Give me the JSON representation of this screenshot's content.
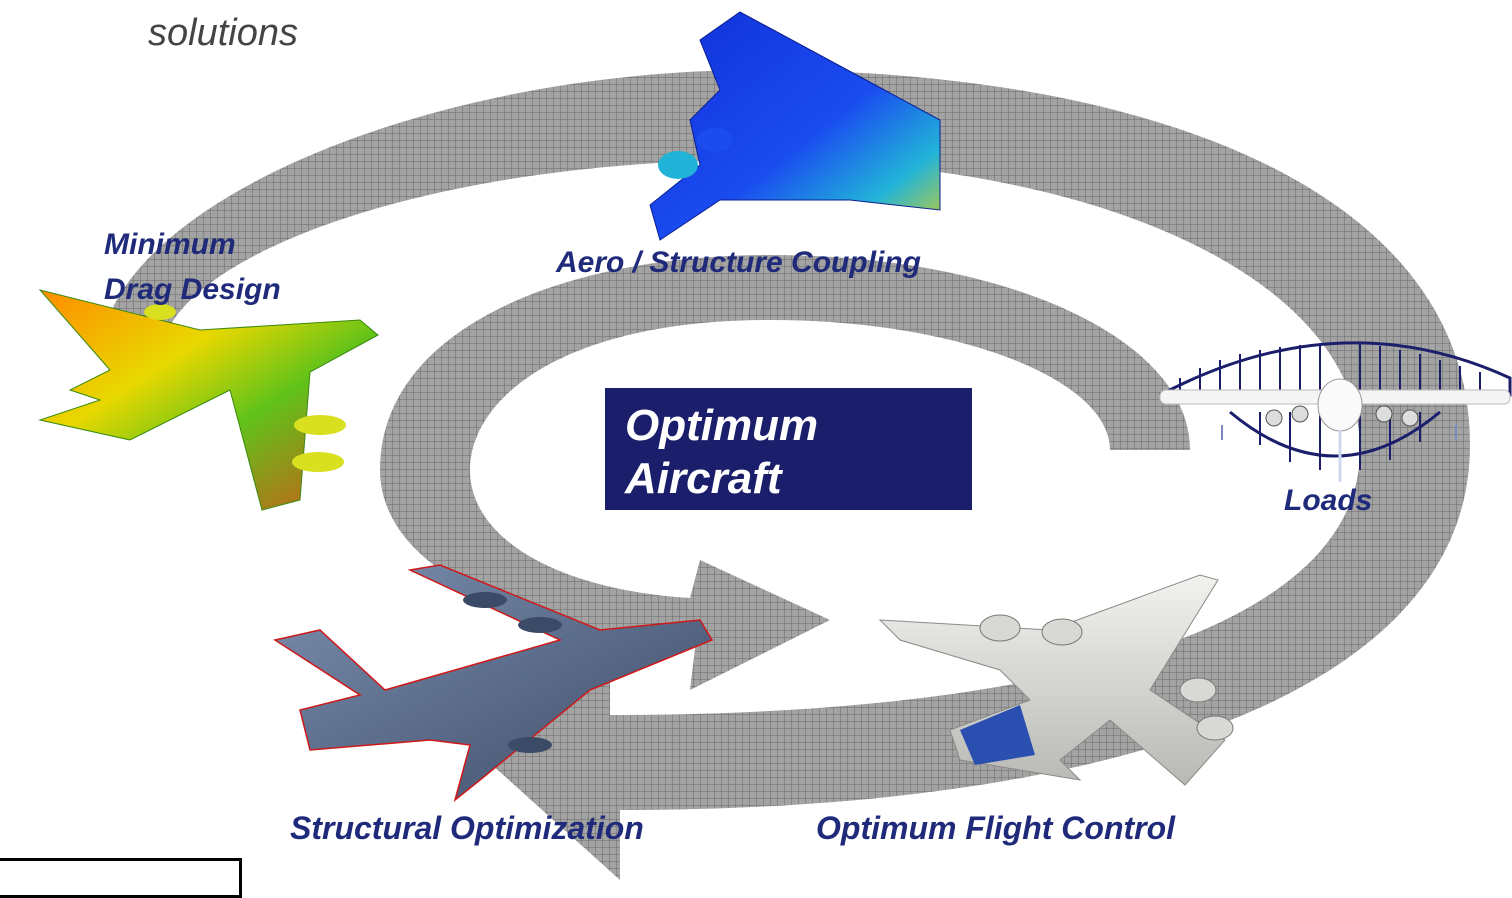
{
  "header": {
    "subtitle": "solutions"
  },
  "center": {
    "line1": "Optimum",
    "line2": "Aircraft",
    "fill_color": "#1b1f6b"
  },
  "cycle_steps": {
    "minimum_drag": {
      "line1": "Minimum",
      "line2": "Drag Design"
    },
    "aero_structure": "Aero / Structure Coupling",
    "loads": "Loads",
    "structural_optimization": "Structural Optimization",
    "flight_control": "Optimum Flight Control"
  },
  "colors": {
    "label_text": "#1f2a7a",
    "cycle_arrow_fill": "#9a9a9a",
    "cycle_arrow_grid": "#6a6a6a"
  },
  "icons": [
    "aircraft-pressure-map-icon",
    "aircraft-deformation-map-icon",
    "aircraft-loads-diagram-icon",
    "aircraft-structural-mesh-icon",
    "aircraft-photo-icon"
  ]
}
